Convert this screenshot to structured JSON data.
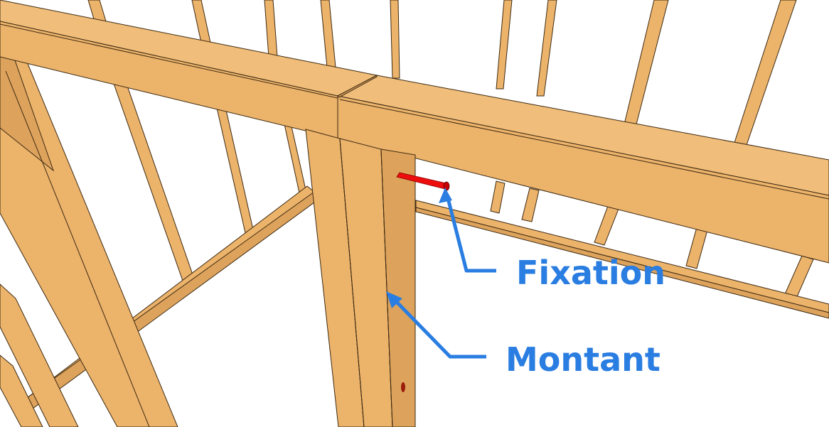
{
  "diagram": {
    "colors": {
      "wood": "#ecb36b",
      "wood_light": "#f0bd7a",
      "wood_shade": "#dda35c",
      "wood_dark": "#cf9550",
      "edge": "#3d2a12",
      "fastener": "#ee0d0d",
      "fastener_head": "#c40000",
      "annotation": "#2a7de1",
      "background": "#ffffff"
    },
    "callouts": [
      {
        "id": "fixation",
        "label": "Fixation",
        "target_icon": "screw-icon"
      },
      {
        "id": "montant",
        "label": "Montant",
        "target_icon": "stud-icon"
      }
    ]
  }
}
